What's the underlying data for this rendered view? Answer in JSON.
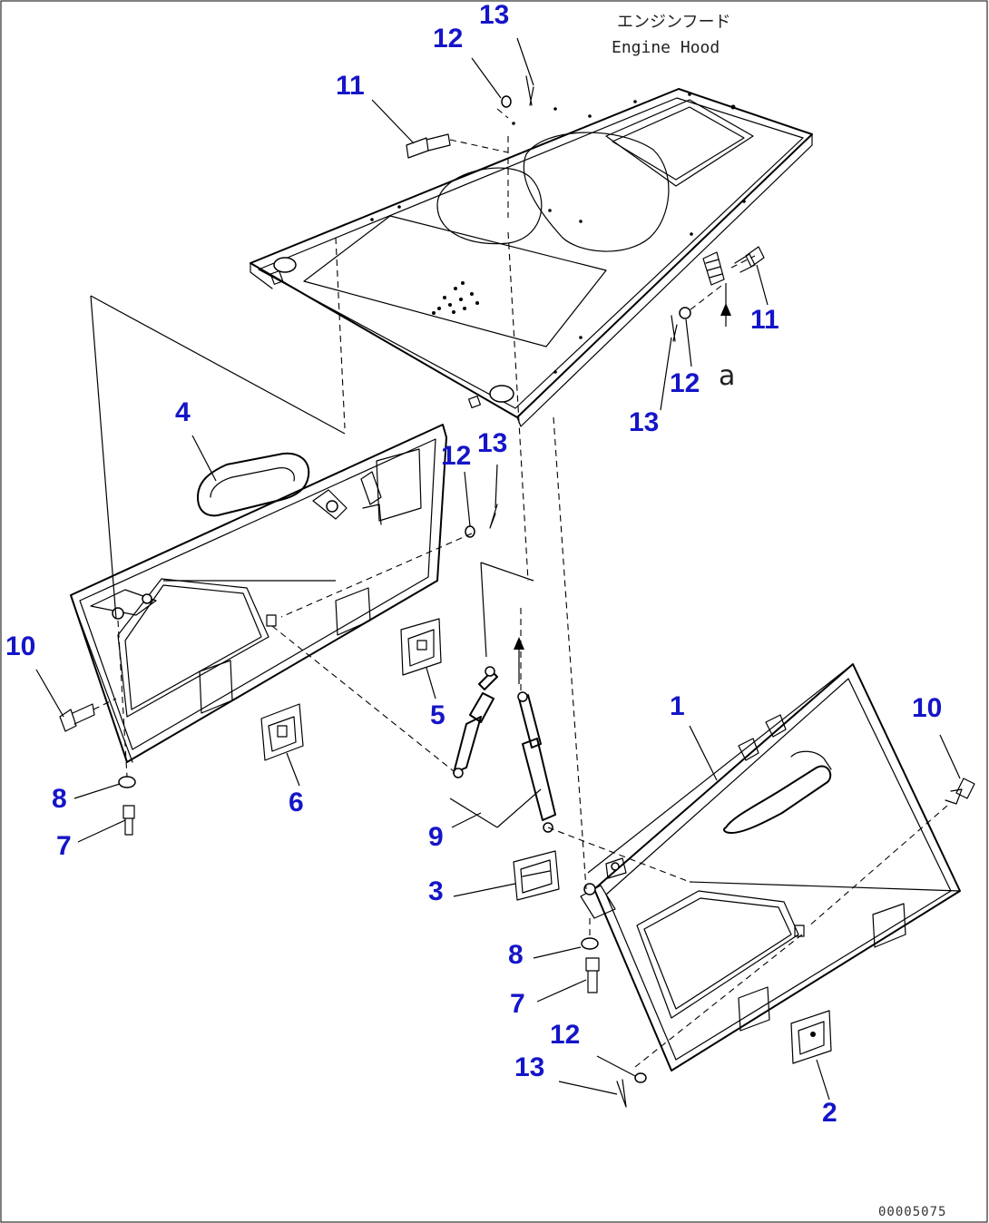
{
  "title_jp": "エンジンフード",
  "title_en": "Engine Hood",
  "reference_mark": "a",
  "doc_number": "00005075",
  "callouts": [
    {
      "id": "c13a",
      "text": "13"
    },
    {
      "id": "c12a",
      "text": "12"
    },
    {
      "id": "c11a",
      "text": "11"
    },
    {
      "id": "c11b",
      "text": "11"
    },
    {
      "id": "c12b",
      "text": "12"
    },
    {
      "id": "c13b",
      "text": "13"
    },
    {
      "id": "c4",
      "text": "4"
    },
    {
      "id": "c12c",
      "text": "12"
    },
    {
      "id": "c13c",
      "text": "13"
    },
    {
      "id": "c10a",
      "text": "10"
    },
    {
      "id": "c5",
      "text": "5"
    },
    {
      "id": "c1",
      "text": "1"
    },
    {
      "id": "c10b",
      "text": "10"
    },
    {
      "id": "c8a",
      "text": "8"
    },
    {
      "id": "c6",
      "text": "6"
    },
    {
      "id": "c7a",
      "text": "7"
    },
    {
      "id": "c9",
      "text": "9"
    },
    {
      "id": "c3",
      "text": "3"
    },
    {
      "id": "c8b",
      "text": "8"
    },
    {
      "id": "c7b",
      "text": "7"
    },
    {
      "id": "c12d",
      "text": "12"
    },
    {
      "id": "c13d",
      "text": "13"
    },
    {
      "id": "c2",
      "text": "2"
    }
  ]
}
